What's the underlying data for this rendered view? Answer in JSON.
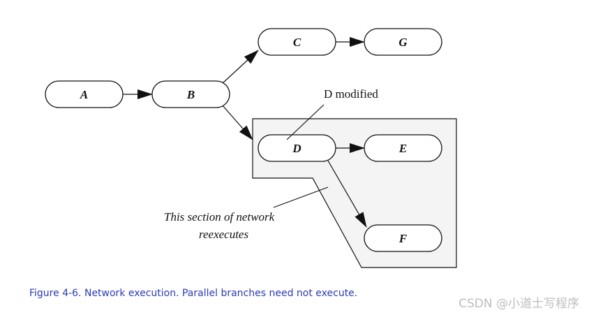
{
  "diagram": {
    "nodes": [
      {
        "id": "A",
        "label": "A"
      },
      {
        "id": "B",
        "label": "B"
      },
      {
        "id": "C",
        "label": "C"
      },
      {
        "id": "G",
        "label": "G"
      },
      {
        "id": "D",
        "label": "D"
      },
      {
        "id": "E",
        "label": "E"
      },
      {
        "id": "F",
        "label": "F"
      }
    ],
    "edges": [
      {
        "from": "A",
        "to": "B"
      },
      {
        "from": "B",
        "to": "C"
      },
      {
        "from": "C",
        "to": "G"
      },
      {
        "from": "B",
        "to": "D"
      },
      {
        "from": "D",
        "to": "E"
      },
      {
        "from": "D",
        "to": "F"
      }
    ],
    "annotations": {
      "d_modified": "D modified",
      "section_line1": "This section of network",
      "section_line2": "reexecutes"
    }
  },
  "caption": {
    "figure_number": "Figure 4-6.",
    "text": " Network execution. Parallel branches need not execute."
  },
  "watermark": "CSDN @小道士写程序",
  "colors": {
    "caption": "#2b3bb5",
    "region_fill": "#f4f4f4",
    "watermark": "#bdbdbd"
  }
}
